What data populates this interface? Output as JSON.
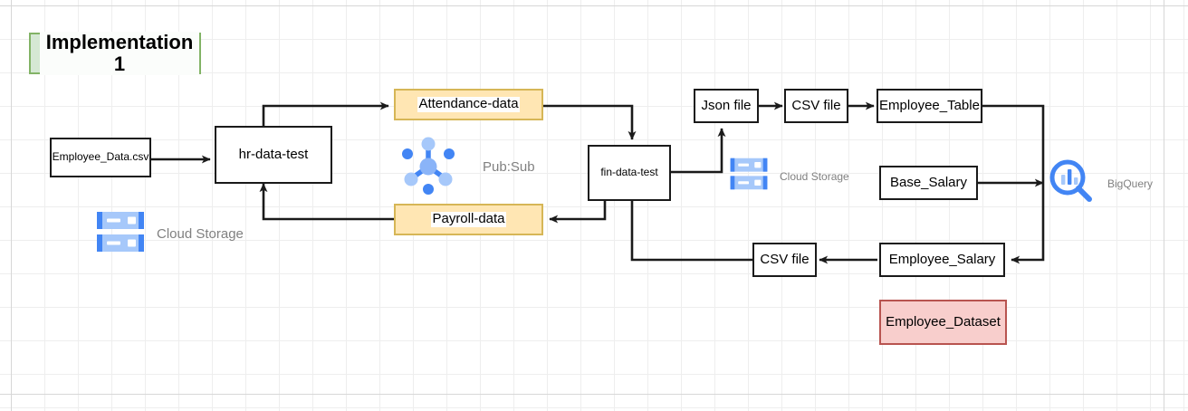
{
  "diagram": {
    "title": "Implementation 1",
    "background_grid": true,
    "colors": {
      "green_fill": "#d5e8d4",
      "green_stroke": "#82b366",
      "yellow_fill": "#ffe6b3",
      "yellow_stroke": "#d6b656",
      "pink_fill": "#f8cecc",
      "pink_stroke": "#b85450",
      "node_stroke": "#1a1a1a",
      "gcp_blue": "#4285f4",
      "gcp_blue_light": "#a6c8fa",
      "service_label": "#808080"
    }
  },
  "nodes": {
    "title_banner": {
      "label": "Implementation 1"
    },
    "employee_data_csv": {
      "label": "Employee_Data.csv"
    },
    "hr_data_test": {
      "label": "hr-data-test"
    },
    "attendance_data": {
      "label": "Attendance-data"
    },
    "payroll_data": {
      "label": "Payroll-data"
    },
    "fin_data_test": {
      "label": "fin-data-test"
    },
    "json_file": {
      "label": "Json file"
    },
    "csv_file_top": {
      "label": "CSV file"
    },
    "employee_table": {
      "label": "Employee_Table"
    },
    "base_salary": {
      "label": "Base_Salary"
    },
    "csv_file_bottom": {
      "label": "CSV file"
    },
    "employee_salary": {
      "label": "Employee_Salary"
    },
    "employee_dataset": {
      "label": "Employee_Dataset"
    }
  },
  "services": {
    "cloud_storage_left": {
      "label": "Cloud Storage",
      "icon": "cloud-storage-icon"
    },
    "cloud_storage_right": {
      "label": "Cloud Storage",
      "icon": "cloud-storage-icon"
    },
    "pubsub": {
      "label": "Pub:Sub",
      "icon": "pubsub-icon"
    },
    "bigquery": {
      "label": "BigQuery",
      "icon": "bigquery-icon"
    }
  },
  "connections": [
    {
      "from": "employee_data_csv",
      "to": "hr_data_test"
    },
    {
      "from": "hr_data_test",
      "to": "attendance_data"
    },
    {
      "from": "attendance_data",
      "to": "fin_data_test"
    },
    {
      "from": "fin_data_test",
      "to": "payroll_data"
    },
    {
      "from": "payroll_data",
      "to": "hr_data_test"
    },
    {
      "from": "fin_data_test",
      "to": "json_file"
    },
    {
      "from": "json_file",
      "to": "csv_file_top"
    },
    {
      "from": "csv_file_top",
      "to": "employee_table"
    },
    {
      "from": "employee_table",
      "to": "employee_salary"
    },
    {
      "from": "base_salary",
      "to": "bigquery"
    },
    {
      "from": "employee_salary",
      "to": "csv_file_bottom"
    },
    {
      "from": "csv_file_bottom",
      "to": "fin_data_test"
    }
  ]
}
